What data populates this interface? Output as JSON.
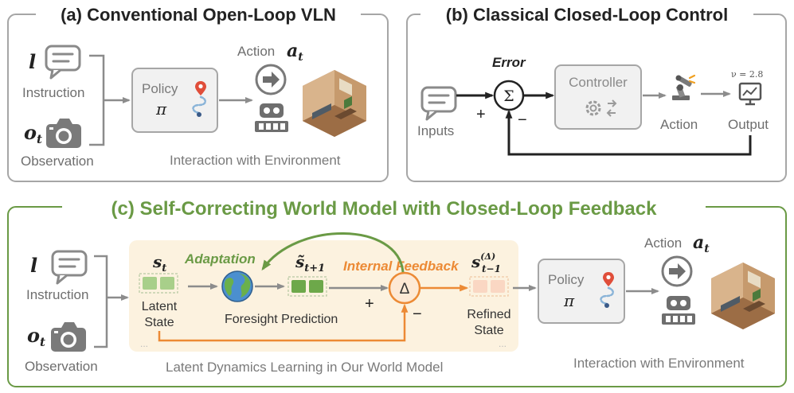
{
  "colors": {
    "panel_border": "#a6a6a6",
    "green": "#6a9a45",
    "orange": "#ec8a35",
    "arrow_gray": "#8c8c8c",
    "text_gray": "#6e6e6e",
    "latent_bg": "#fcf2df",
    "node_fill": "#fde9d5"
  },
  "panel_a": {
    "title": "(a) Conventional Open-Loop VLN",
    "instruction_symbol": "l",
    "instruction_label": "Instruction",
    "observation_symbol": "o",
    "observation_sub": "t",
    "observation_label": "Observation",
    "policy_label": "Policy",
    "policy_symbol": "π",
    "action_label": "Action",
    "action_symbol": "a",
    "action_sub": "t",
    "caption": "Interaction with Environment"
  },
  "panel_b": {
    "title": "(b) Classical Closed-Loop Control",
    "error_label": "Error",
    "sum_symbol": "Σ",
    "plus_sign": "+",
    "minus_sign": "−",
    "inputs_label": "Inputs",
    "controller_label": "Controller",
    "action_label": "Action",
    "output_label": "Output",
    "output_value": "ν = 2.8"
  },
  "panel_c": {
    "title": "(c) Self-Correcting World Model with Closed-Loop Feedback",
    "instruction_symbol": "l",
    "instruction_label": "Instruction",
    "observation_symbol": "o",
    "observation_sub": "t",
    "observation_label": "Observation",
    "state_symbol": "s",
    "state_sub": "t",
    "latent_label_line1": "Latent",
    "latent_label_line2": "State",
    "adaptation_label": "Adaptation",
    "foresight_label": "Foresight Prediction",
    "pred_symbol": "s̃",
    "pred_sub": "t+1",
    "internal_feedback_label": "Internal Feedback",
    "delta_symbol": "Δ",
    "plus_sign": "+",
    "minus_sign": "−",
    "refined_symbol": "s",
    "refined_sup": "(Δ)",
    "refined_sub": "t−1",
    "refined_label_line1": "Refined",
    "refined_label_line2": "State",
    "ellipsis": "...",
    "latent_caption": "Latent Dynamics Learning in Our World Model",
    "policy_label": "Policy",
    "policy_symbol": "π",
    "action_label": "Action",
    "action_symbol": "a",
    "action_sub": "t",
    "caption": "Interaction with Environment"
  },
  "icons": [
    "chat-bubble-icon",
    "camera-icon",
    "map-pin-icon",
    "right-arrow-icon",
    "robot-icon",
    "room-icon",
    "gear-icon",
    "robot-arm-icon",
    "monitor-chart-icon",
    "globe-icon"
  ]
}
